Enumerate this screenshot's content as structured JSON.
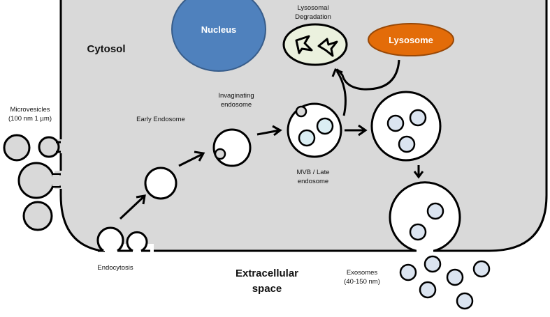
{
  "labels": {
    "cytosol": "Cytosol",
    "nucleus": "Nucleus",
    "lysosome": "Lysosome",
    "lysosomal_degradation": [
      "Lysosomal",
      "Degradation"
    ],
    "microvesicles": [
      "Microvesicles",
      "(100 nm 1 µm)"
    ],
    "early_endosome": "Early Endosome",
    "invaginating_endosome": [
      "Invaginating",
      "endosome"
    ],
    "mvb_late_endosome": [
      "MVB / Late",
      "endosome"
    ],
    "endocytosis": "Endocytosis",
    "extracellular_space": [
      "Extracellular",
      "space"
    ],
    "exosomes": [
      "Exosomes",
      "(40-150 nm)"
    ]
  },
  "colors": {
    "cytosol": "#d9d9d9",
    "nucleus": "#4f81bd",
    "lysosome": "#e36c09",
    "degradation": "#ebf1de",
    "exosome": "#dbe4f0"
  }
}
